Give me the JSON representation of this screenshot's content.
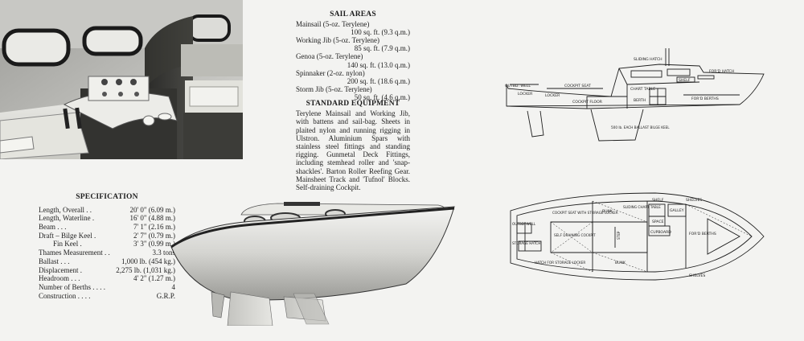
{
  "sail_areas": {
    "title": "SAIL AREAS",
    "items": [
      {
        "name": "Mainsail (5-oz. Terylene)",
        "area": "100 sq. ft. (9.3 q.m.)"
      },
      {
        "name": "Working Jib (5-oz. Terylene)",
        "area": "85 sq. ft. (7.9 q.m.)"
      },
      {
        "name": "Genoa (5-oz. Terylene)",
        "area": "140 sq. ft. (13.0 q.m.)"
      },
      {
        "name": "Spinnaker (2-oz. nylon)",
        "area": "200 sq. ft. (18.6 q.m.)"
      },
      {
        "name": "Storm Jib (5-oz. Terylene)",
        "area": "50 sq. ft. (4.6 q.m.)"
      }
    ]
  },
  "standard_equipment": {
    "title": "STANDARD EQUIPMENT",
    "text": "Terylene Mainsail and Working Jib, with battens and sail-bag. Sheets in plaited nylon and running rigging in Ulstron. Aluminium Spars with stainless steel fittings and standing rigging. Gunmetal Deck Fittings, including stemhead roller and 'snap-shackles'. Barton Roller Reefing Gear. Mainsheet Track and 'Tufnol' Blocks. Self-draining Cockpit."
  },
  "specification": {
    "title": "SPECIFICATION",
    "rows": [
      {
        "label": "Length, Overall . .",
        "value": "20' 0\" (6.09 m.)"
      },
      {
        "label": "Length, Waterline .",
        "value": "16' 0\" (4.88 m.)"
      },
      {
        "label": "Beam . . .",
        "value": "7' 1\" (2.16 m.)"
      },
      {
        "label": "Draft – Bilge Keel .",
        "value": "2' 7\" (0.79 m.)"
      },
      {
        "label": "        Fin Keel .",
        "value": "3' 3\" (0.99 m.)"
      },
      {
        "label": "Thames Measurement . .",
        "value": "3.3 tons"
      },
      {
        "label": "Ballast . . .",
        "value": "1,000 lb. (454 kg.)"
      },
      {
        "label": "Displacement .",
        "value": "2,275 lb. (1,031 kg.)"
      },
      {
        "label": "Headroom . . .",
        "value": "4' 2\" (1.27 m.)"
      },
      {
        "label": "Number of Berths . . . .",
        "value": "4"
      },
      {
        "label": "Construction . . . .",
        "value": "G.R.P."
      }
    ]
  },
  "side_plan_labels": {
    "sliding_hatch": "SLIDING HATCH",
    "fore_hatch": "FOR'D HATCH",
    "outboard_well": "OUTBD. WELL",
    "locker": "LOCKER",
    "cockpit_seat": "COCKPIT SEAT",
    "locker2": "LOCKER",
    "chart_table": "CHART TABLE",
    "shelf": "SHELF",
    "cockpit_floor": "COCKPIT FLOOR",
    "berth": "BERTH",
    "fwd_berths": "FOR'D BERTHS",
    "ballast": "500 lb. EACH BALLAST BILGE KEEL"
  },
  "deck_plan_labels": {
    "shelf": "SHELF",
    "shelves_top": "SHELVES",
    "shelves_bottom": "SHELVES",
    "cockpit_seat": "COCKPIT SEAT WITH STORAGE LOCKER",
    "bunk_top": "BUNK",
    "sliding_chart": "SLIDING CHART TABLE",
    "galley": "GALLEY",
    "space": "SPACE",
    "cupboard": "CUPBOARD",
    "outboard_well": "OUTBD. WELL",
    "self_draining": "SELF DRAINING COCKPIT",
    "step": "STEP",
    "fwd_berths": "FOR'D BERTHS",
    "storage_hatch": "STORAGE HATCH",
    "hatch_locker": "HATCH FOR STORAGE LOCKER",
    "bunk_bottom": "BUNK"
  }
}
